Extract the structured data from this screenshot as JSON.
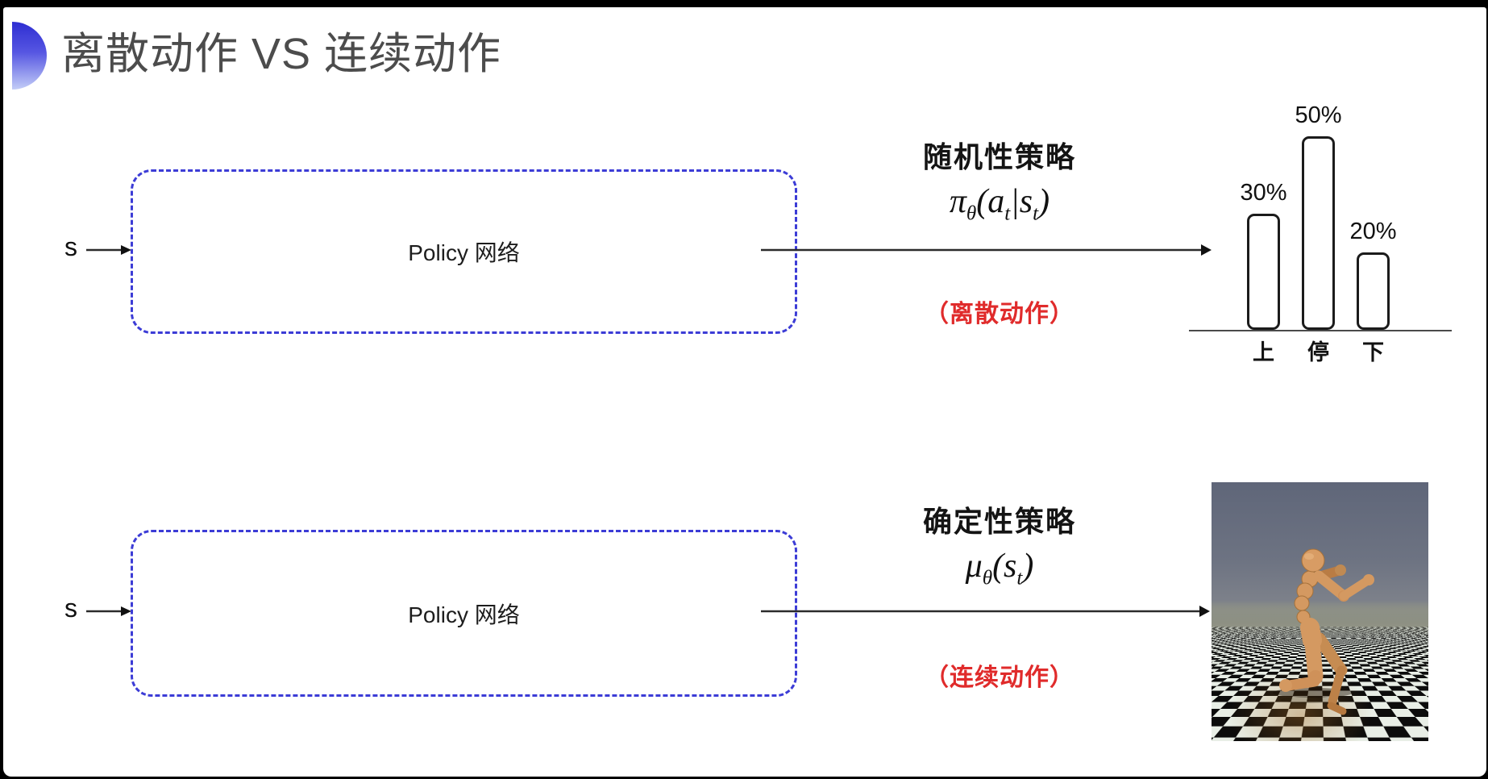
{
  "slide": {
    "title": "离散动作 VS 连续动作"
  },
  "top_flow": {
    "input_label": "s",
    "box_label": "Policy 网络",
    "policy_type": "随机性策略",
    "formula": {
      "lead": "π",
      "lead_sub": "θ",
      "open": "(a",
      "open_sub": "t",
      "bar": "|s",
      "bar_sub": "t",
      "close": ")"
    },
    "action_note": "（离散动作）"
  },
  "chart_data": {
    "type": "bar",
    "title": "",
    "categories": [
      "上",
      "停",
      "下"
    ],
    "values": [
      30,
      50,
      20
    ],
    "value_labels": [
      "30%",
      "50%",
      "20%"
    ],
    "ylim": [
      0,
      50
    ],
    "grid": false,
    "legend": false
  },
  "bottom_flow": {
    "input_label": "s",
    "box_label": "Policy 网络",
    "policy_type": "确定性策略",
    "formula": {
      "lead": "μ",
      "lead_sub": "θ",
      "open": "(s",
      "open_sub": "t",
      "close": ")"
    },
    "action_note": "（连续动作）"
  },
  "colors": {
    "box_border_blue": "#3c3cd6",
    "note_red": "#e02b2b",
    "title_gray": "#4c4c4c",
    "accent_blue_gradient_top": "#2e2ed2",
    "robot_body": "#d49961"
  }
}
